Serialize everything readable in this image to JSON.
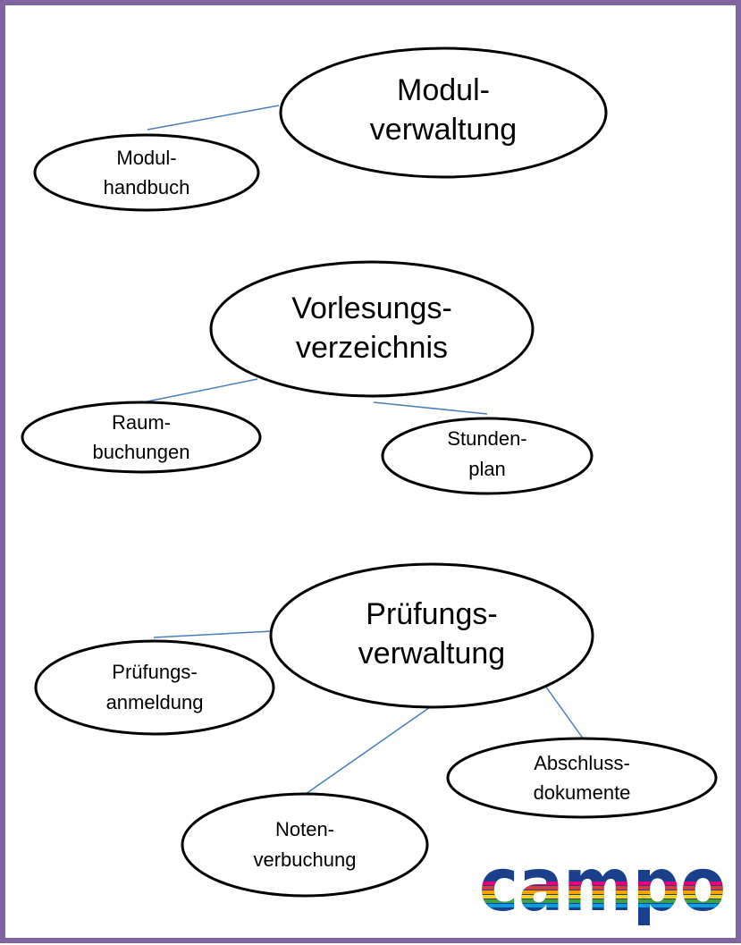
{
  "diagram": {
    "frame_color": "#8064A2",
    "connector_color": "#4A7EBB",
    "node_stroke": "#000000",
    "clusters": [
      {
        "main": {
          "line1": "Modul-",
          "line2": "verwaltung"
        },
        "children": [
          {
            "line1": "Modul-",
            "line2": "handbuch"
          }
        ]
      },
      {
        "main": {
          "line1": "Vorlesungs-",
          "line2": "verzeichnis"
        },
        "children": [
          {
            "line1": "Raum-",
            "line2": "buchungen"
          },
          {
            "line1": "Stunden-",
            "line2": "plan"
          }
        ]
      },
      {
        "main": {
          "line1": "Prüfungs-",
          "line2": "verwaltung"
        },
        "children": [
          {
            "line1": "Prüfungs-",
            "line2": "anmeldung"
          },
          {
            "line1": "Noten-",
            "line2": "verbuchung"
          },
          {
            "line1": "Abschluss-",
            "line2": "dokumente"
          }
        ]
      }
    ]
  },
  "logo": {
    "text": "campo",
    "color": "#1B3F8B",
    "stripe_colors": [
      "#E4007C",
      "#E53935",
      "#F7A600",
      "#FFD500",
      "#43A047",
      "#00A0E3"
    ]
  }
}
